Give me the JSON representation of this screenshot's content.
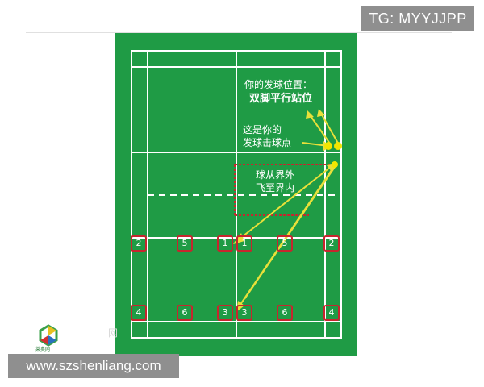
{
  "watermark_top": "TG: MYYJJPP",
  "watermark_bottom": "www.szshenliang.com",
  "watermark_fragment": "网",
  "logo_text": "莱奥网",
  "annotations": {
    "serve_position_line1": "你的发球位置：",
    "serve_position_line2": "双脚平行站位",
    "hit_point_line1": "这是你的",
    "hit_point_line2": "发球击球点",
    "flight_line1": "球从界外",
    "flight_line2": "飞至界内"
  },
  "positions_front": [
    "2",
    "5",
    "1",
    "1",
    "5",
    "2"
  ],
  "positions_back": [
    "4",
    "6",
    "3",
    "3",
    "6",
    "4"
  ],
  "colors": {
    "court": "#1f9b45",
    "lines": "#ffffff",
    "marker_border": "#c6262e",
    "arrow": "#e8e03a",
    "ball": "#f2e600",
    "dashed_red": "#c6262e"
  }
}
